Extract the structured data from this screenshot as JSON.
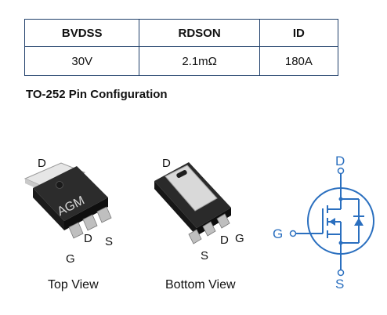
{
  "spec_table": {
    "headers": [
      "BVDSS",
      "RDSON",
      "ID"
    ],
    "values": [
      "30V",
      "2.1mΩ",
      "180A"
    ]
  },
  "section_title": "TO-252 Pin Configuration",
  "top_view": {
    "label": "Top View",
    "marking": "AGM",
    "pins": {
      "drain": "D",
      "gate": "G",
      "drain_pin": "D",
      "source": "S"
    }
  },
  "bottom_view": {
    "label": "Bottom View",
    "pins": {
      "drain": "D",
      "source": "S",
      "drain_pin": "D",
      "gate": "G"
    }
  },
  "symbol": {
    "drain": "D",
    "gate": "G",
    "source": "S",
    "color": "#2a6fbf"
  }
}
